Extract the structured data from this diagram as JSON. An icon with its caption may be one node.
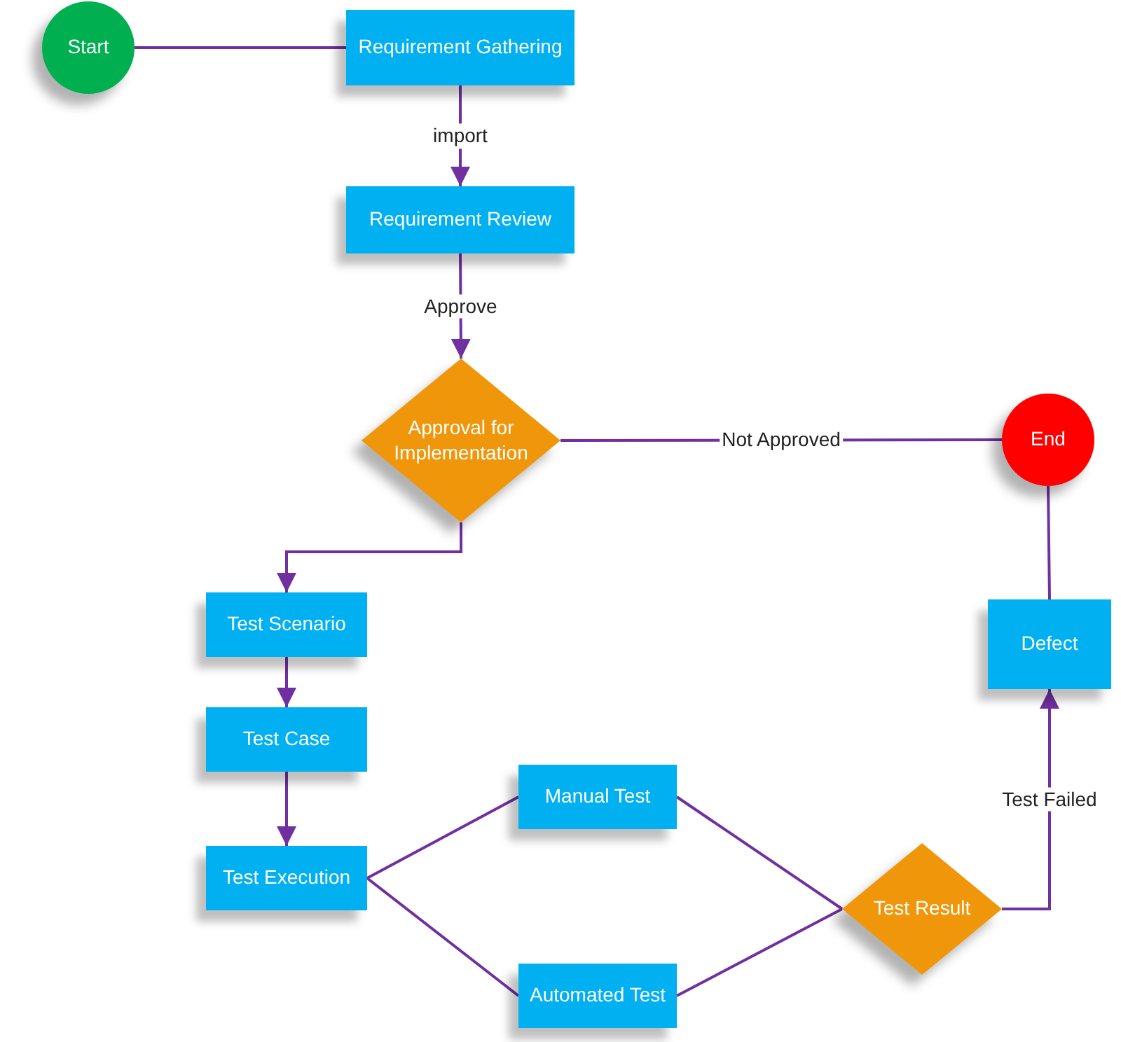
{
  "diagram": {
    "nodes": [
      {
        "text": [
          "Start"
        ]
      },
      {
        "text": [
          "Requirement Gathering"
        ]
      },
      {
        "text": [
          "Requirement Review"
        ]
      },
      {
        "text": [
          "Approval for Implementation"
        ]
      },
      {
        "text": [
          "End"
        ]
      },
      {
        "text": [
          "Test Scenario"
        ]
      },
      {
        "text": [
          "Test Case"
        ]
      },
      {
        "text": [
          "Test Execution"
        ]
      },
      {
        "text": [
          "Manual Test"
        ]
      },
      {
        "text": [
          "Automated Test"
        ]
      },
      {
        "text": [
          "Test Result"
        ]
      },
      {
        "text": [
          "Defect"
        ]
      }
    ],
    "edges": [
      {
        "from": 0,
        "to": 1,
        "arrow": "none"
      },
      {
        "from": 1,
        "to": 2,
        "arrow": "to",
        "label": "import"
      },
      {
        "from": 2,
        "to": 3,
        "arrow": "to",
        "label": "Approve"
      },
      {
        "from": 3,
        "to": 4,
        "arrow": "none",
        "label": "Not Approved"
      },
      {
        "from": 3,
        "to": 5,
        "arrow": "to"
      },
      {
        "from": 5,
        "to": 6,
        "arrow": "to"
      },
      {
        "from": 6,
        "to": 7,
        "arrow": "to"
      },
      {
        "from": 7,
        "to": 8,
        "arrow": "none"
      },
      {
        "from": 7,
        "to": 9,
        "arrow": "none"
      },
      {
        "from": 8,
        "to": 10,
        "arrow": "none"
      },
      {
        "from": 9,
        "to": 10,
        "arrow": "none"
      },
      {
        "from": 10,
        "to": 11,
        "arrow": "to",
        "label": "Test Failed"
      },
      {
        "from": 11,
        "to": 4,
        "arrow": "none"
      }
    ]
  }
}
